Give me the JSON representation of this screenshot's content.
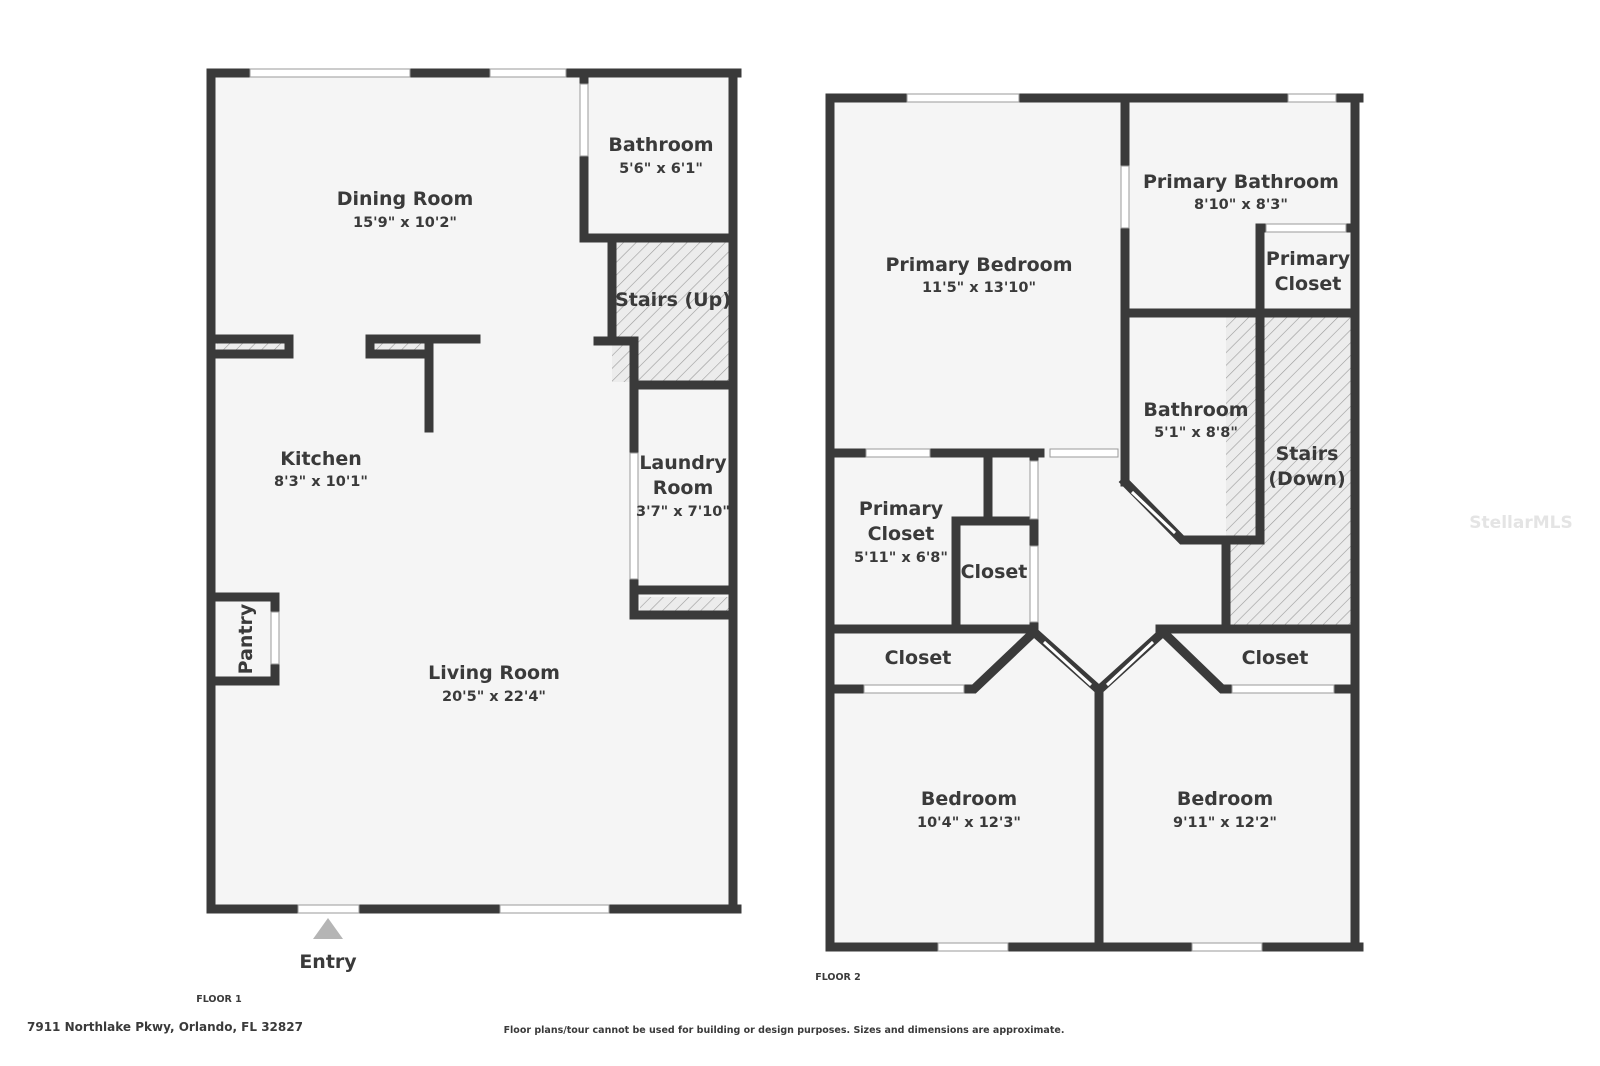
{
  "floor1": {
    "label": "FLOOR 1",
    "entry_label": "Entry",
    "rooms": {
      "dining": {
        "name": "Dining Room",
        "dim": "15'9\" x 10'2\""
      },
      "bathroom": {
        "name": "Bathroom",
        "dim": "5'6\" x 6'1\""
      },
      "stairs": {
        "name": "Stairs (Up)"
      },
      "kitchen": {
        "name": "Kitchen",
        "dim": "8'3\" x 10'1\""
      },
      "laundry": {
        "name_line1": "Laundry",
        "name_line2": "Room",
        "dim": "3'7\" x 7'10\""
      },
      "pantry": {
        "name": "Pantry"
      },
      "living": {
        "name": "Living Room",
        "dim": "20'5\" x 22'4\""
      }
    }
  },
  "floor2": {
    "label": "FLOOR 2",
    "rooms": {
      "primary_bedroom": {
        "name": "Primary Bedroom",
        "dim": "11'5\" x 13'10\""
      },
      "primary_bathroom": {
        "name": "Primary Bathroom",
        "dim": "8'10\" x 8'3\""
      },
      "primary_closet_small": {
        "name_line1": "Primary",
        "name_line2": "Closet"
      },
      "bathroom": {
        "name": "Bathroom",
        "dim": "5'1\" x 8'8\""
      },
      "stairs": {
        "name_line1": "Stairs",
        "name_line2": "(Down)"
      },
      "primary_closet": {
        "name_line1": "Primary",
        "name_line2": "Closet",
        "dim": "5'11\" x 6'8\""
      },
      "closet_mid": {
        "name": "Closet"
      },
      "closet_left": {
        "name": "Closet"
      },
      "closet_right": {
        "name": "Closet"
      },
      "bedroom_left": {
        "name": "Bedroom",
        "dim": "10'4\" x 12'3\""
      },
      "bedroom_right": {
        "name": "Bedroom",
        "dim": "9'11\" x 12'2\""
      }
    }
  },
  "address": "7911 Northlake Pkwy, Orlando, FL 32827",
  "disclaimer": "Floor plans/tour cannot be used for building or design purposes. Sizes and dimensions are approximate.",
  "watermark": "StellarMLS",
  "colors": {
    "wall": "#3a3a3a",
    "floor": "#f5f5f5",
    "window": "#ffffff",
    "hatch": "#9a9a9a"
  }
}
